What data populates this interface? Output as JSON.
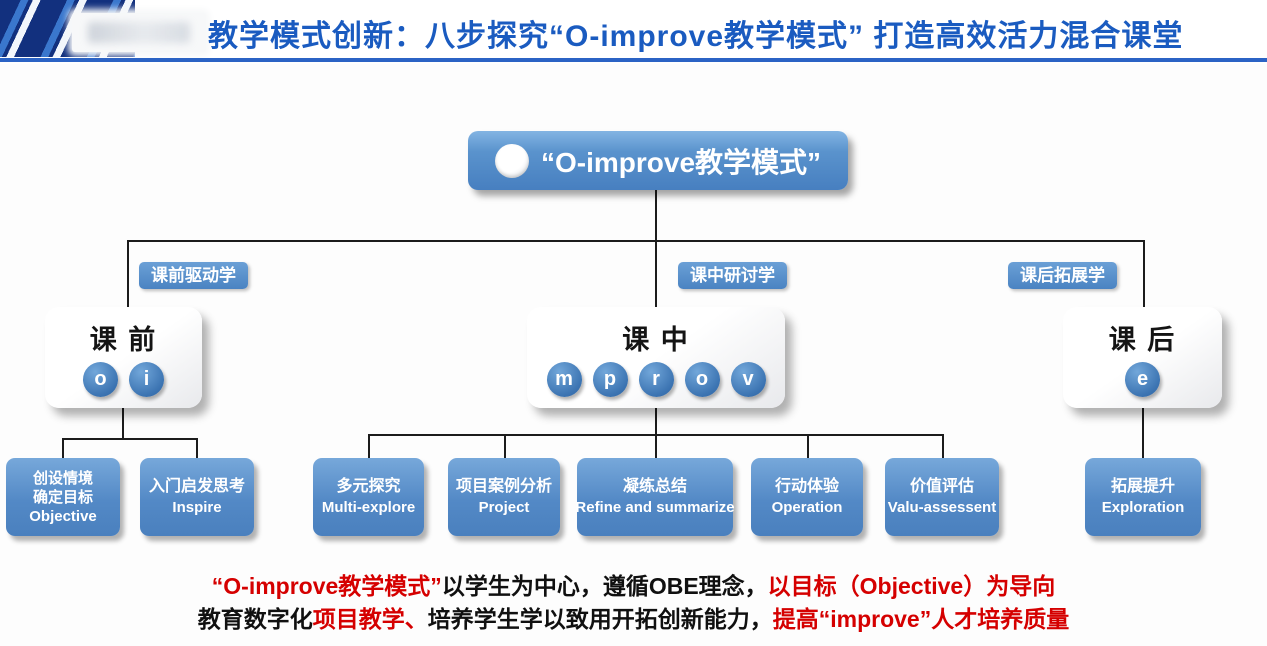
{
  "header": {
    "title": "教学模式创新：八步探究“O-improve教学模式” 打造高效活力混合课堂"
  },
  "diagram": {
    "root": {
      "label": "“O-improve教学模式”"
    },
    "branches": [
      {
        "tag": "课前驱动学",
        "card_title": "课 前",
        "letters": [
          "o",
          "i"
        ],
        "leaves": [
          {
            "lines": [
              "创设情境",
              "确定目标",
              "Objective"
            ]
          },
          {
            "lines": [
              "入门启发思考",
              "Inspire"
            ]
          }
        ]
      },
      {
        "tag": "课中研讨学",
        "card_title": "课 中",
        "letters": [
          "m",
          "p",
          "r",
          "o",
          "v"
        ],
        "leaves": [
          {
            "lines": [
              "多元探究",
              "Multi-explore"
            ]
          },
          {
            "lines": [
              "项目案例分析",
              "Project"
            ]
          },
          {
            "lines": [
              "凝练总结",
              "Refine and summarize"
            ]
          },
          {
            "lines": [
              "行动体验",
              "Operation"
            ]
          },
          {
            "lines": [
              "价值评估",
              "Valu-assessent"
            ]
          }
        ]
      },
      {
        "tag": "课后拓展学",
        "card_title": "课 后",
        "letters": [
          "e"
        ],
        "leaves": [
          {
            "lines": [
              "拓展提升",
              "Exploration"
            ]
          }
        ]
      }
    ]
  },
  "footer": {
    "line1": [
      {
        "text": "“O-improve教学模式”",
        "color": "red"
      },
      {
        "text": "以学生为中心，遵循OBE理念，",
        "color": "black"
      },
      {
        "text": "以目标（Objective）为导向",
        "color": "red"
      }
    ],
    "line2": [
      {
        "text": "教育数字化",
        "color": "black"
      },
      {
        "text": "项目教学、",
        "color": "red"
      },
      {
        "text": "培养学生学以致用开拓创新能力，",
        "color": "black"
      },
      {
        "text": "提高“improve”人才培养质量",
        "color": "red"
      }
    ]
  },
  "colors": {
    "header_navy": "#12307e",
    "title_blue": "#1a5bc0",
    "node_blue": "#4a83c2",
    "text_red": "#d50000",
    "line_black": "#1c1c1c"
  }
}
